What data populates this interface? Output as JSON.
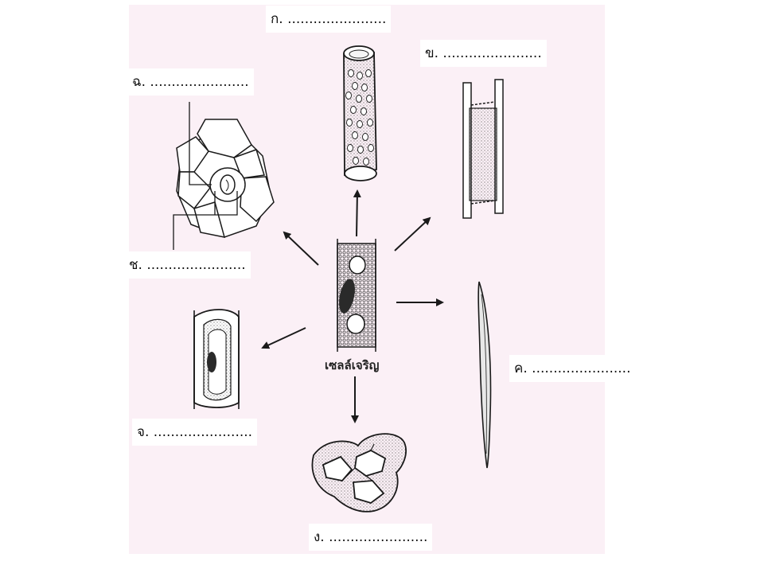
{
  "center": {
    "label": "เซลล์เจริญ"
  },
  "labels": {
    "ko": "ก. .......................",
    "kho": "ข. .......................",
    "kho_khwai": "ค. .......................",
    "ngo": "ง. .......................",
    "cho": "จ. .......................",
    "chor": "ช. .......................",
    "chor_ching": "ฉ. ......................."
  },
  "colors": {
    "ink": "#1a1a1a",
    "panel": "#fbf0f6",
    "page": "#ffffff"
  }
}
